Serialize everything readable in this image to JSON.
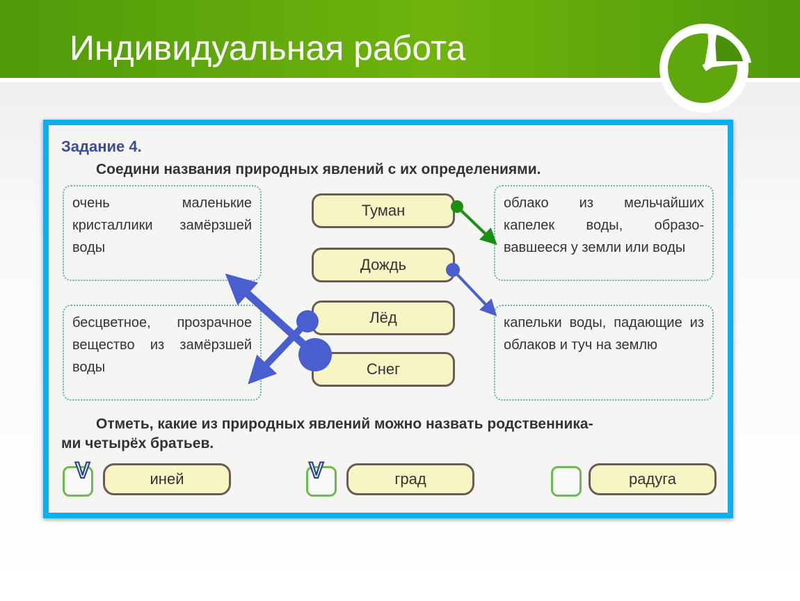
{
  "slide": {
    "title": "Индивидуальная работа"
  },
  "task": {
    "label": "Задание 4.",
    "instruction": "Соедини названия природных явлений с их определениями.",
    "left_defs": [
      "очень маленькие кристаллики замёрз­шей воды",
      "бесцветное, прозрач­ное вещество из за­мёрзшей воды"
    ],
    "words": [
      "Туман",
      "Дождь",
      "Лёд",
      "Снег"
    ],
    "right_defs": [
      "облако из мельчайших капелек воды, образо­вавшееся у земли или воды",
      "капельки воды, падаю­щие из облаков и туч на землю"
    ],
    "question_line1": "Отметь, какие из природных явлений можно назвать родственника-",
    "question_line2": "ми четырёх братьев.",
    "options": [
      {
        "label": "иней",
        "checked": true,
        "mark": "V"
      },
      {
        "label": "град",
        "checked": true,
        "mark": "V"
      },
      {
        "label": "радуга",
        "checked": false,
        "mark": ""
      }
    ]
  },
  "colors": {
    "header": "#5fa80b",
    "border": "#0ab0ef",
    "arrow_green": "#1a8f12",
    "arrow_blue": "#4a5fcf"
  }
}
